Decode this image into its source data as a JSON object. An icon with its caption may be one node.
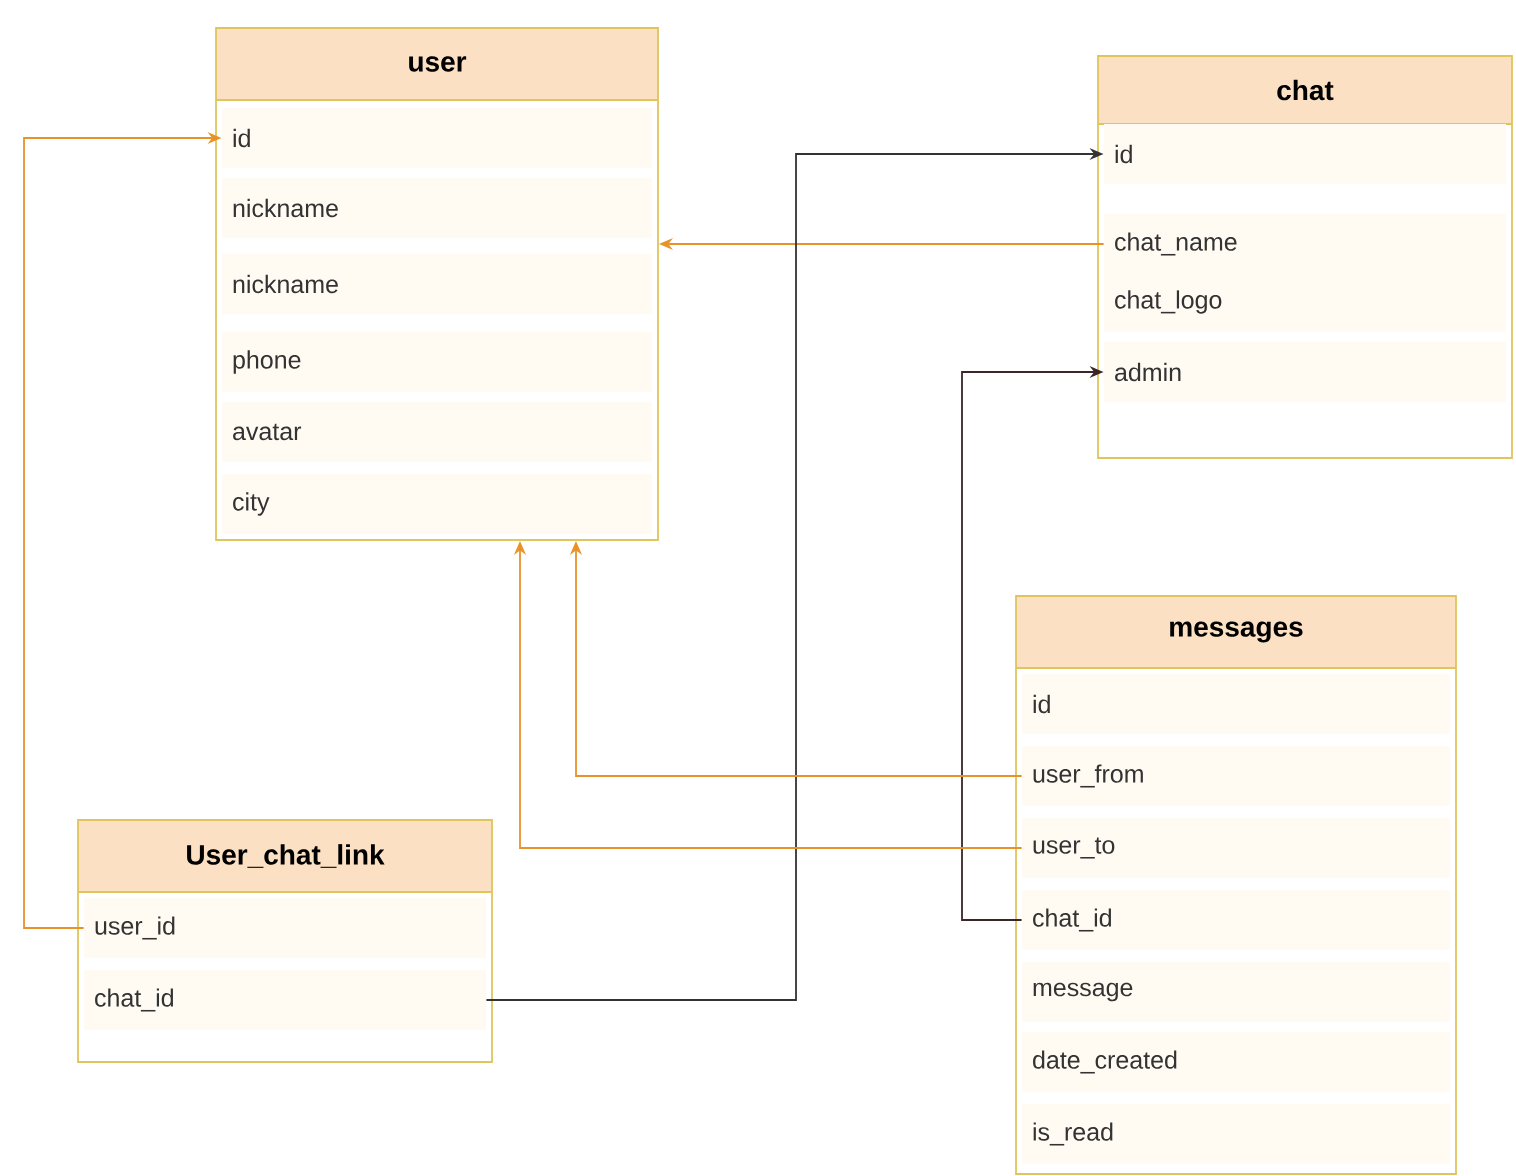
{
  "diagram": {
    "nodes": [
      {
        "text": [
          "user"
        ]
      },
      {
        "text": [
          "id"
        ],
        "in": 0
      },
      {
        "text": [
          "nickname"
        ],
        "in": 0
      },
      {
        "text": [
          "nickname"
        ],
        "in": 0
      },
      {
        "text": [
          "phone"
        ],
        "in": 0
      },
      {
        "text": [
          "avatar"
        ],
        "in": 0
      },
      {
        "text": [
          "city"
        ],
        "in": 0
      },
      {
        "text": [
          "chat"
        ]
      },
      {
        "text": [
          "id"
        ],
        "in": 7
      },
      {
        "text": [
          "chat_name"
        ],
        "in": 7
      },
      {
        "text": [
          "chat_logo"
        ],
        "in": 7
      },
      {
        "text": [
          "admin"
        ],
        "in": 7
      },
      {
        "text": [
          "messages"
        ]
      },
      {
        "text": [
          "id"
        ],
        "in": 12
      },
      {
        "text": [
          "user_from"
        ],
        "in": 12
      },
      {
        "text": [
          "user_to"
        ],
        "in": 12
      },
      {
        "text": [
          "chat_id"
        ],
        "in": 12
      },
      {
        "text": [
          "message"
        ],
        "in": 12
      },
      {
        "text": [
          "date_created"
        ],
        "in": 12
      },
      {
        "text": [
          "is_read"
        ],
        "in": 12
      },
      {
        "text": [
          "User_chat_link"
        ]
      },
      {
        "text": [
          "user_id"
        ],
        "in": 20
      },
      {
        "text": [
          "chat_id"
        ],
        "in": 20
      }
    ],
    "edges": [
      {
        "from": 21,
        "to": 1,
        "arrow": "to",
        "color": "#e8922a"
      },
      {
        "from": 9,
        "to": 0,
        "arrow": "to",
        "color": "#e8922a"
      },
      {
        "from": 22,
        "to": 8,
        "arrow": "to",
        "color": "#333333"
      },
      {
        "from": 16,
        "to": 11,
        "arrow": "to",
        "color": "#3a2626"
      },
      {
        "from": 14,
        "to": 0,
        "arrow": "to",
        "color": "#e8922a"
      },
      {
        "from": 15,
        "to": 0,
        "arrow": "to",
        "color": "#e8922a"
      }
    ]
  }
}
